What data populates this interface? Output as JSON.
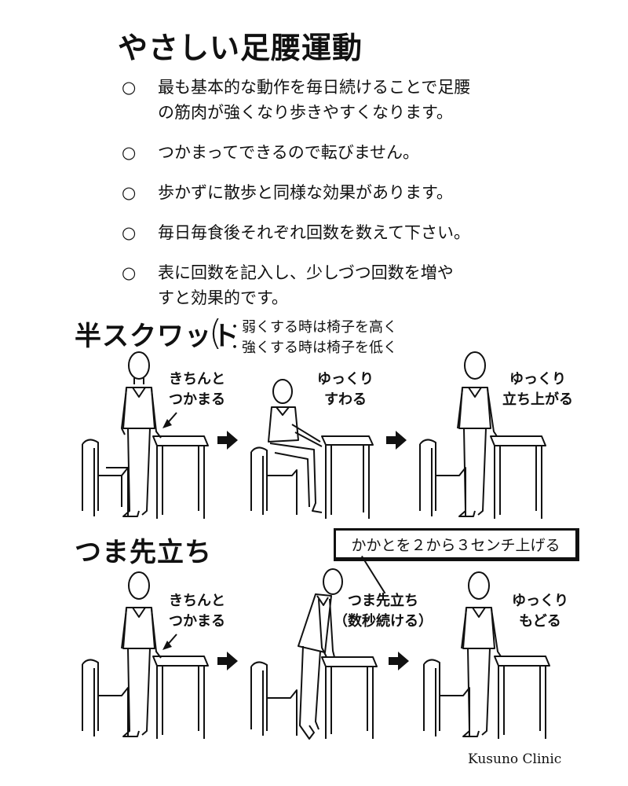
{
  "title": "やさしい足腰運動",
  "bullet_marker": "○",
  "bullets": [
    {
      "lines": [
        "最も基本的な動作を毎日続けることで足腰",
        "の筋肉が強くなり歩きやすくなります。"
      ]
    },
    {
      "lines": [
        "つかまってできるので転びません。"
      ]
    },
    {
      "lines": [
        "歩かずに散歩と同様な効果があります。"
      ]
    },
    {
      "lines": [
        "毎日毎食後それぞれ回数を数えて下さい。"
      ]
    },
    {
      "lines": [
        "表に回数を記入し、少しづつ回数を増や",
        "すと効果的です。"
      ]
    }
  ],
  "half_squat": {
    "title": "半スクワット",
    "notes": [
      "・弱くする時は椅子を高く",
      "・強くする時は椅子を低く"
    ],
    "steps": [
      {
        "lines": [
          "きちんと",
          "つかまる"
        ]
      },
      {
        "lines": [
          "ゆっくり",
          "すわる"
        ]
      },
      {
        "lines": [
          "ゆっくり",
          "立ち上がる"
        ]
      }
    ]
  },
  "tiptoe": {
    "title": "つま先立ち",
    "tip": "かかとを２から３センチ上げる",
    "steps": [
      {
        "lines": [
          "きちんと",
          "つかまる"
        ]
      },
      {
        "lines": [
          "つま先立ち",
          "（数秒続ける）"
        ]
      },
      {
        "lines": [
          "ゆっくり",
          "もどる"
        ]
      }
    ]
  },
  "footer": "Kusuno Clinic"
}
